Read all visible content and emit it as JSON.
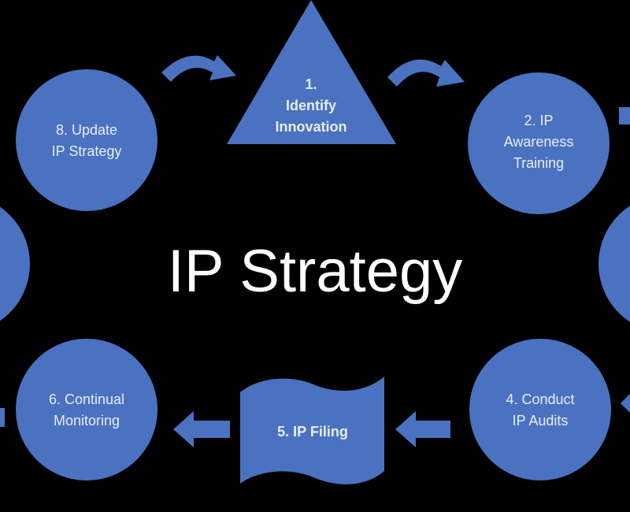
{
  "title": "IP Strategy",
  "colors": {
    "background": "#000000",
    "shape_fill": "#4a72c0",
    "label_text": "#e8eef8",
    "title_text": "#ffffff"
  },
  "nodes": [
    {
      "id": "1",
      "shape": "triangle",
      "label": "1.\nIdentify\nInnovation"
    },
    {
      "id": "2",
      "shape": "circle",
      "label": "2. IP\nAwareness\nTraining"
    },
    {
      "id": "3",
      "shape": "circle",
      "label": ""
    },
    {
      "id": "4",
      "shape": "circle",
      "label": "4. Conduct\nIP Audits"
    },
    {
      "id": "5",
      "shape": "wave-document",
      "label": "5. IP Filing"
    },
    {
      "id": "6",
      "shape": "circle",
      "label": "6. Continual\nMonitoring"
    },
    {
      "id": "7",
      "shape": "circle",
      "label": ""
    },
    {
      "id": "8",
      "shape": "circle",
      "label": "8. Update\nIP Strategy"
    }
  ],
  "connectors": [
    {
      "from": "8",
      "to": "1",
      "style": "curved-arrow"
    },
    {
      "from": "1",
      "to": "2",
      "style": "curved-arrow"
    },
    {
      "from": "2",
      "to": "3",
      "style": "block-arrow"
    },
    {
      "from": "3",
      "to": "4",
      "style": "block-arrow"
    },
    {
      "from": "4",
      "to": "5",
      "style": "block-arrow"
    },
    {
      "from": "5",
      "to": "6",
      "style": "block-arrow"
    },
    {
      "from": "6",
      "to": "7",
      "style": "block-arrow"
    }
  ]
}
